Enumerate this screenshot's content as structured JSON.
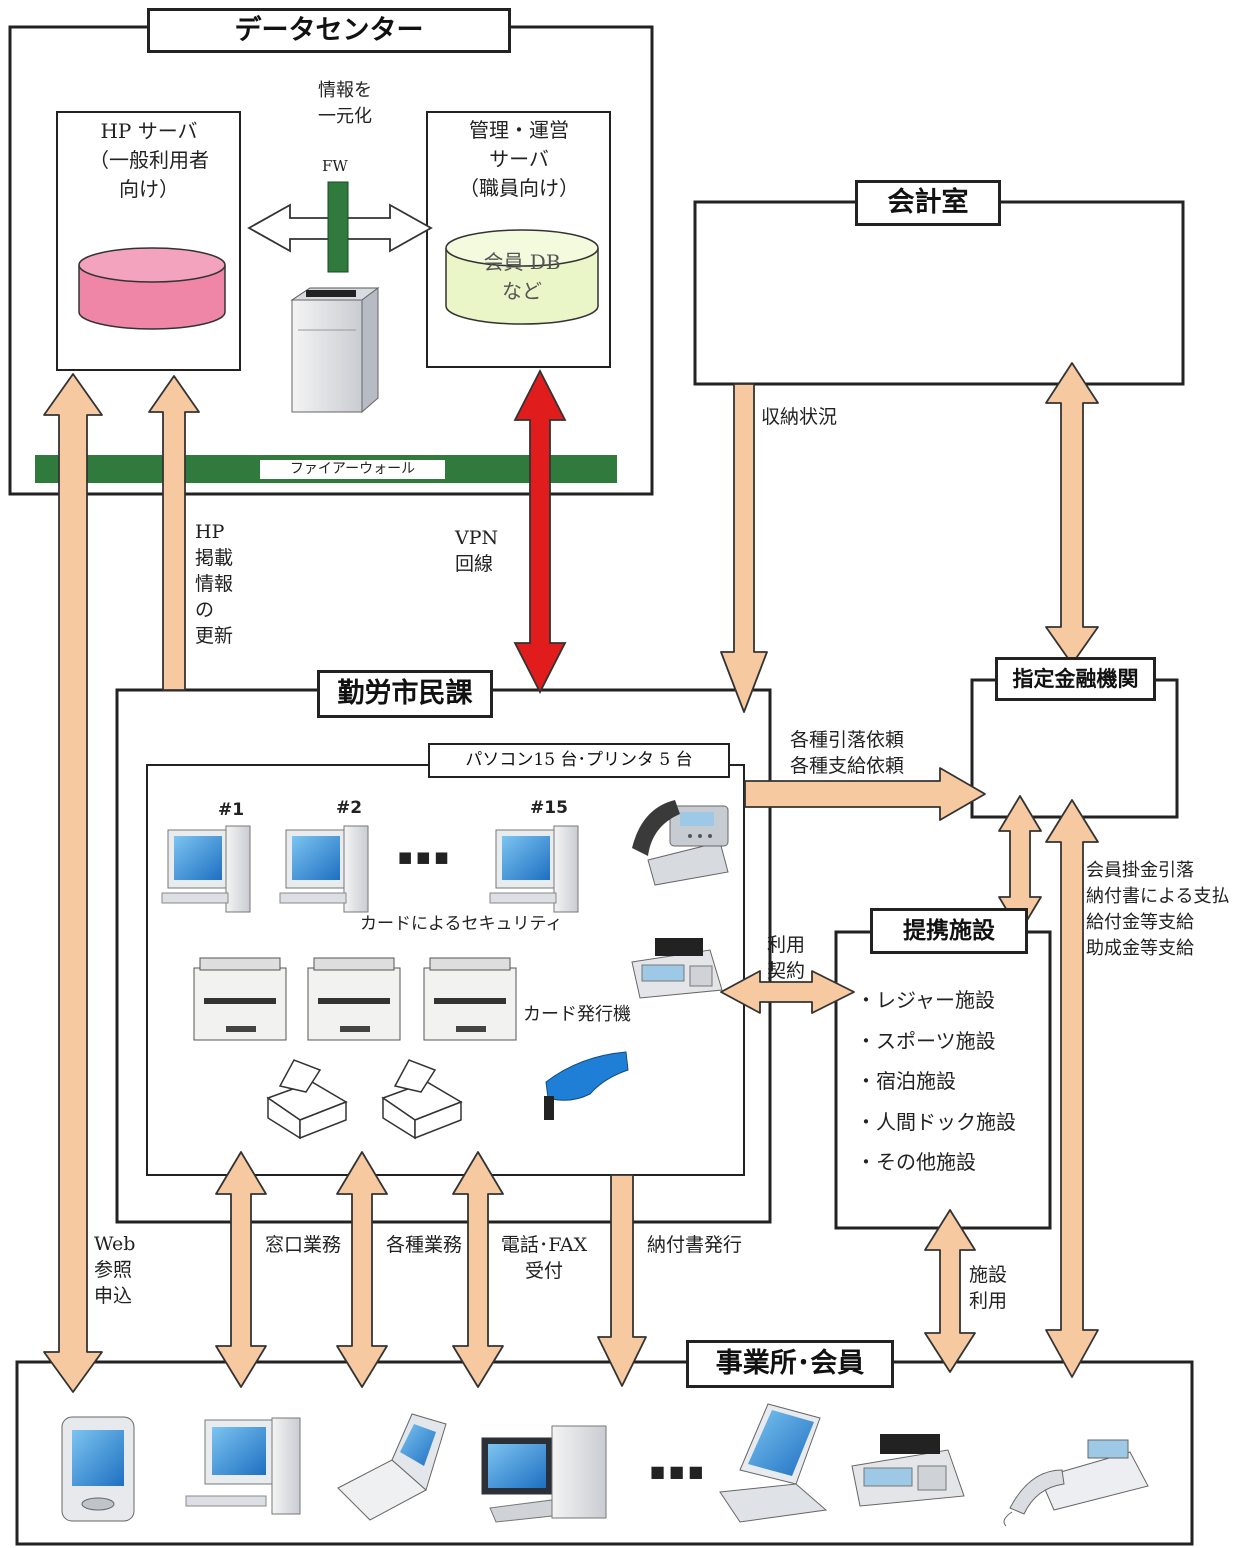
{
  "datacenter": {
    "title": "データセンター",
    "hp_server": {
      "line1": "HP サーバ",
      "line2": "（一般利用者",
      "line3": "向け）"
    },
    "unify_note": {
      "line1": "情報を",
      "line2": "一元化"
    },
    "fw_label": "FW",
    "mgmt_server": {
      "line1": "管理・運営",
      "line2": "サーバ",
      "line3": "（職員向け）"
    },
    "member_db": {
      "line1": "会員 DB",
      "line2": "など"
    },
    "firewall_label": "ファイアーウォール"
  },
  "flows": {
    "hp_update": [
      "HP",
      "掲載",
      "情報",
      "の",
      "更新"
    ],
    "vpn": [
      "VPN",
      "回線"
    ],
    "payment_status": "収納状況",
    "requests": [
      "各種引落依頼",
      "各種支給依頼"
    ],
    "usage_contract": [
      "利用",
      "契約"
    ],
    "web": [
      "Web",
      "参照",
      "申込"
    ],
    "counter": "窓口業務",
    "various": "各種業務",
    "phone_fax": [
      "電話･FAX",
      "受付"
    ],
    "invoice": "納付書発行",
    "facility_use": [
      "施設",
      "利用"
    ],
    "bank_flows": [
      "会員掛金引落",
      "納付書による支払",
      "給付金等支給",
      "助成金等支給"
    ]
  },
  "accounting": {
    "title": "会計室"
  },
  "bank": {
    "title": "指定金融機関"
  },
  "kinrou": {
    "title": "勤労市民課",
    "equipment_title": "パソコン15 台･プリンタ 5 台",
    "pc_numbers": [
      "#1",
      "#2",
      "#15"
    ],
    "dots": "■■■",
    "card_security": "カードによるセキュリティ",
    "card_issuer": "カード発行機"
  },
  "facilities": {
    "title": "提携施設",
    "items": [
      "・レジャー施設",
      "・スポーツ施設",
      "・宿泊施設",
      "・人間ドック施設",
      "・その他施設"
    ]
  },
  "members": {
    "title": "事業所･会員",
    "dots": "■■■"
  },
  "colors": {
    "arrow": "#f7c9a0",
    "vpn": "#e01c1c",
    "firewall": "#2f7a3c",
    "db_pink": "#ef86a8",
    "db_green": "#eaf5c8"
  }
}
